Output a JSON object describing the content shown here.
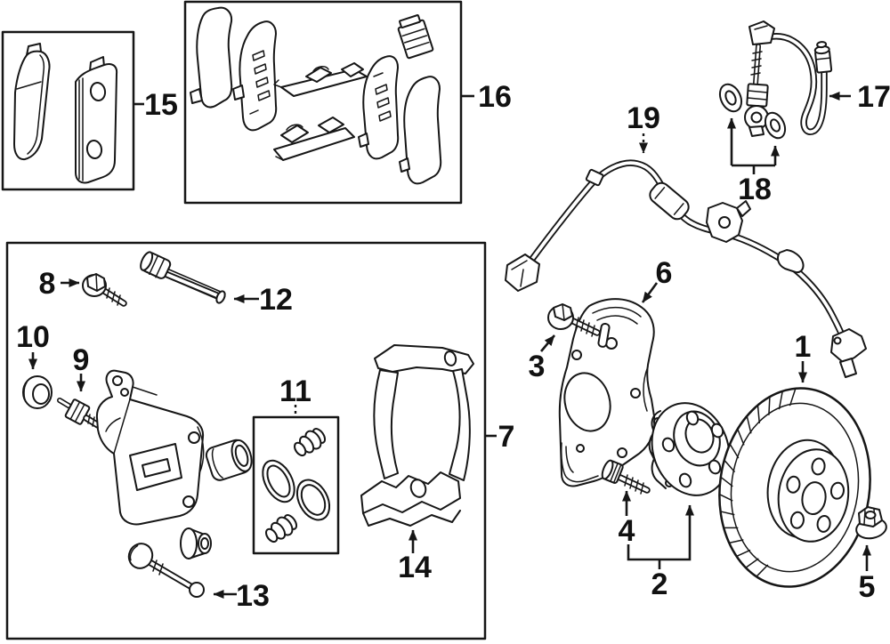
{
  "diagram": {
    "background": "#ffffff",
    "ink": "#161616",
    "callouts": [
      {
        "label": "1"
      },
      {
        "label": "2"
      },
      {
        "label": "3"
      },
      {
        "label": "4"
      },
      {
        "label": "5"
      },
      {
        "label": "6"
      },
      {
        "label": "7"
      },
      {
        "label": "8"
      },
      {
        "label": "9"
      },
      {
        "label": "10"
      },
      {
        "label": "11"
      },
      {
        "label": "12"
      },
      {
        "label": "13"
      },
      {
        "label": "14"
      },
      {
        "label": "15"
      },
      {
        "label": "16"
      },
      {
        "label": "17"
      },
      {
        "label": "18"
      },
      {
        "label": "19"
      }
    ]
  }
}
